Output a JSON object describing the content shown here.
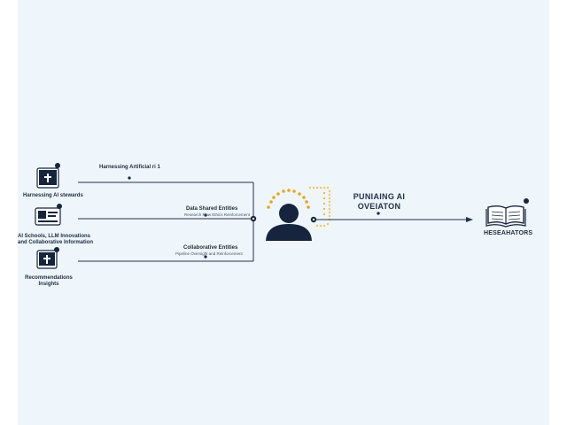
{
  "sources": [
    {
      "label": "Harnessing AI stewards"
    },
    {
      "label_lines": [
        "AI Schools, LLM Innovations",
        "and Collaborative Information"
      ]
    },
    {
      "label_lines": [
        "Recommendations",
        "Insights"
      ]
    }
  ],
  "edges": [
    {
      "title": "Harnessing Artificial ri 1",
      "subtitle": ""
    },
    {
      "title": "Data Shared Entities",
      "subtitle": "Research Flow Ethics Reinforcement"
    },
    {
      "title": "Collaborative Entities",
      "subtitle": "Pipeline Oversight and Reinforcement"
    }
  ],
  "center": {
    "label_lines": [
      "PUNIAING AI",
      "OVEIATON"
    ]
  },
  "output": {
    "label": "HESEAHATORS"
  },
  "colors": {
    "navy": "#16243d",
    "line": "#24324a",
    "gold": "#e6a623",
    "gold_light": "#f2c75c",
    "bg": "#eef5fb"
  },
  "icons": [
    "certificate-icon",
    "id-card-icon",
    "certificate-icon",
    "person-icon",
    "book-icon",
    "arrow-right-icon"
  ]
}
